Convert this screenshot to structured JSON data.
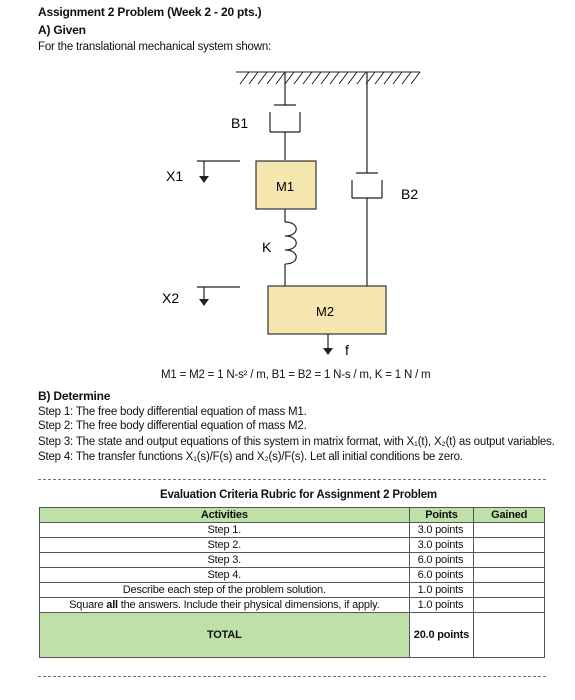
{
  "header": {
    "title": "Assignment 2 Problem (Week 2 - 20 pts.)",
    "section_a": "A) Given",
    "given_text": "For the translational mechanical system shown:"
  },
  "diagram": {
    "labels": {
      "b1": "B1",
      "b2": "B2",
      "m1": "M1",
      "m2": "M2",
      "k": "K",
      "x1": "X1",
      "x2": "X2",
      "f": "f"
    },
    "parameters": "M1 = M2 = 1 N-s² / m, B1 = B2 = 1 N-s / m, K = 1 N / m",
    "colors": {
      "mass_fill": "#f5e6b0",
      "mass_stroke": "#333333"
    }
  },
  "determine": {
    "heading": "B) Determine",
    "steps": [
      "Step 1: The free body differential equation of mass M1.",
      "Step 2: The free body differential equation of mass M2.",
      "Step 3: The state and output equations of this system in matrix format, with X₁(t), X₂(t) as output variables.",
      "Step 4: The transfer functions X₁(s)/F(s) and X₂(s)/F(s).  Let all initial conditions be zero."
    ]
  },
  "rubric": {
    "title": "Evaluation Criteria Rubric for Assignment 2 Problem",
    "headers": {
      "activities": "Activities",
      "points": "Points",
      "gained": "Gained"
    },
    "rows": [
      {
        "activity": "Step 1.",
        "points": "3.0 points",
        "gained": ""
      },
      {
        "activity": "Step 2.",
        "points": "3.0 points",
        "gained": ""
      },
      {
        "activity": "Step 3.",
        "points": "6.0 points",
        "gained": ""
      },
      {
        "activity": "Step 4.",
        "points": "6.0 points",
        "gained": ""
      },
      {
        "activity": "Describe each step of the problem solution.",
        "points": "1.0 points",
        "gained": ""
      }
    ],
    "square_row": {
      "prefix": "Square ",
      "bold": "all",
      "suffix": " the answers. Include their physical dimensions, if apply.",
      "points": "1.0 points",
      "gained": ""
    },
    "total": {
      "label": "TOTAL",
      "points": "20.0 points",
      "gained": ""
    },
    "colors": {
      "header_fill": "#bfe0a9"
    }
  }
}
